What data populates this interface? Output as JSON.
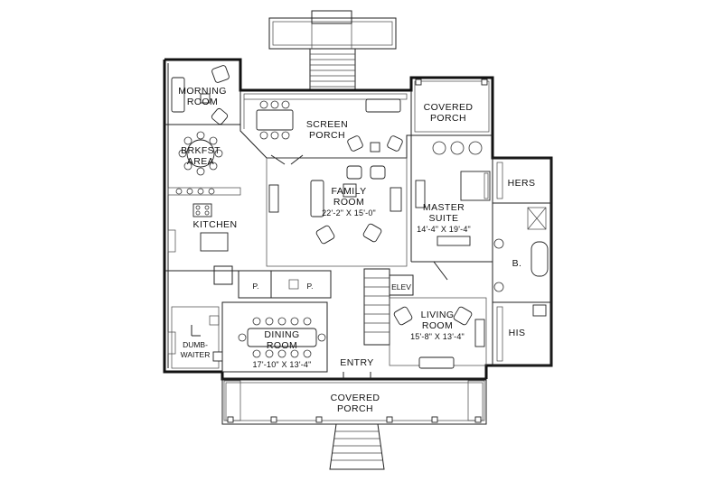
{
  "rooms": {
    "morning_room": [
      "MORNING",
      "ROOM"
    ],
    "screen_porch": [
      "SCREEN",
      "PORCH"
    ],
    "covered_porch_rear": [
      "COVERED",
      "PORCH"
    ],
    "brkfst_area": [
      "BRKFST",
      "AREA"
    ],
    "family_room": [
      "FAMILY",
      "ROOM"
    ],
    "family_room_dim": "22'-2\" X 15'-0\"",
    "hers": "HERS",
    "master_suite": [
      "MASTER",
      "SUITE"
    ],
    "master_suite_dim": "14'-4\" X 19'-4\"",
    "kitchen": "KITCHEN",
    "bath_b": "B.",
    "pantry_p_left": "P.",
    "pantry_p_right": "P.",
    "elev": "ELEV",
    "living_room": [
      "LIVING",
      "ROOM"
    ],
    "living_room_dim": "15'-8\" X 13'-4\"",
    "dining_room": [
      "DINING",
      "ROOM"
    ],
    "dining_room_dim": "17'-10\" X 13'-4\"",
    "dumbwaiter": [
      "DUMB-",
      "WAITER"
    ],
    "his": "HIS",
    "entry": "ENTRY",
    "covered_porch_front": [
      "COVERED",
      "PORCH"
    ]
  }
}
